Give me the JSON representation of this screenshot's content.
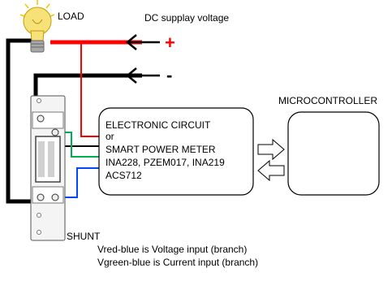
{
  "labels": {
    "load": "LOAD",
    "supply": "DC supplay voltage",
    "plus": "+",
    "minus": "-",
    "microcontroller": "MICROCONTROLLER",
    "shunt": "SHUNT",
    "note_voltage": "Vred-blue is Voltage input (branch)",
    "note_current": "Vgreen-blue is Current input (branch)"
  },
  "meter_box": {
    "lines": [
      "ELECTRONIC CIRCUIT",
      "or",
      "SMART POWER METER",
      "INA228, PZEM017, INA219",
      "ACS712"
    ]
  },
  "colors": {
    "wire_black": "#000000",
    "wire_red": "#ff0000",
    "wire_green": "#00b050",
    "wire_blue": "#0047ff",
    "plus_sign": "#ff0000",
    "bulb_glass": "#f7e27a",
    "bulb_base": "#a8a8a8",
    "shunt_metal": "#c8c8c8"
  }
}
